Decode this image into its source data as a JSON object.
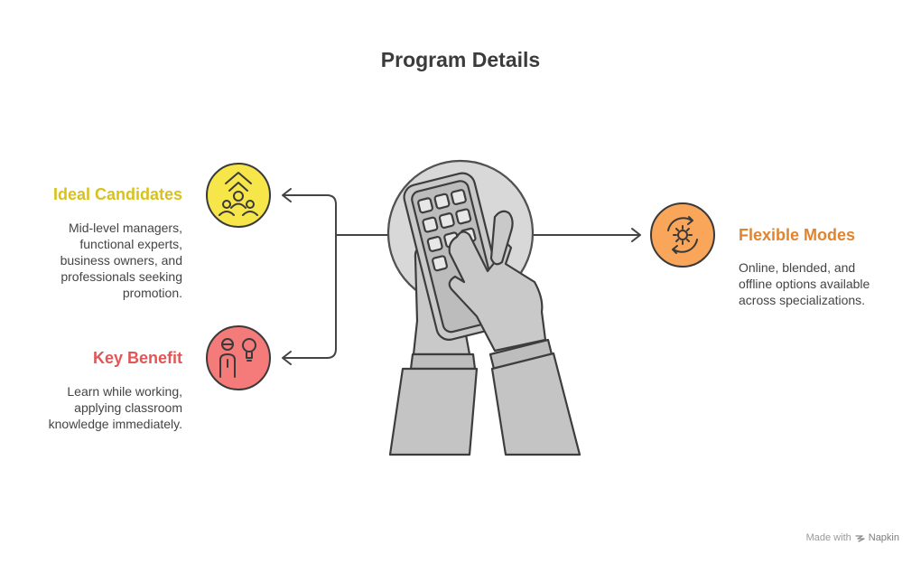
{
  "title": "Program Details",
  "colors": {
    "ideal": "#d8c21a",
    "ideal_fill": "#f7e64a",
    "benefit": "#e15656",
    "benefit_fill": "#f57a7a",
    "flexible": "#e0842f",
    "flexible_fill": "#f9a65a",
    "line": "#444444",
    "hand_fill": "#c9c9c9",
    "circle_bg": "#d8d8d8"
  },
  "items": [
    {
      "id": "ideal",
      "heading": "Ideal Candidates",
      "text": "Mid-level managers,\nfunctional experts,\nbusiness owners, and\nprofessionals seeking\npromotion.",
      "icon": "growth-team-icon"
    },
    {
      "id": "benefit",
      "heading": "Key Benefit",
      "text": "Learn while working,\napplying classroom\nknowledge immediately.",
      "icon": "learner-idea-icon"
    },
    {
      "id": "flexible",
      "heading": "Flexible Modes",
      "text": "Online, blended, and\noffline options available\nacross specializations.",
      "icon": "cycle-gear-icon"
    }
  ],
  "center_icon": "hand-calculator-icon",
  "footer": {
    "prefix": "Made with",
    "brand": "Napkin",
    "logo": "napkin-logo-icon"
  }
}
